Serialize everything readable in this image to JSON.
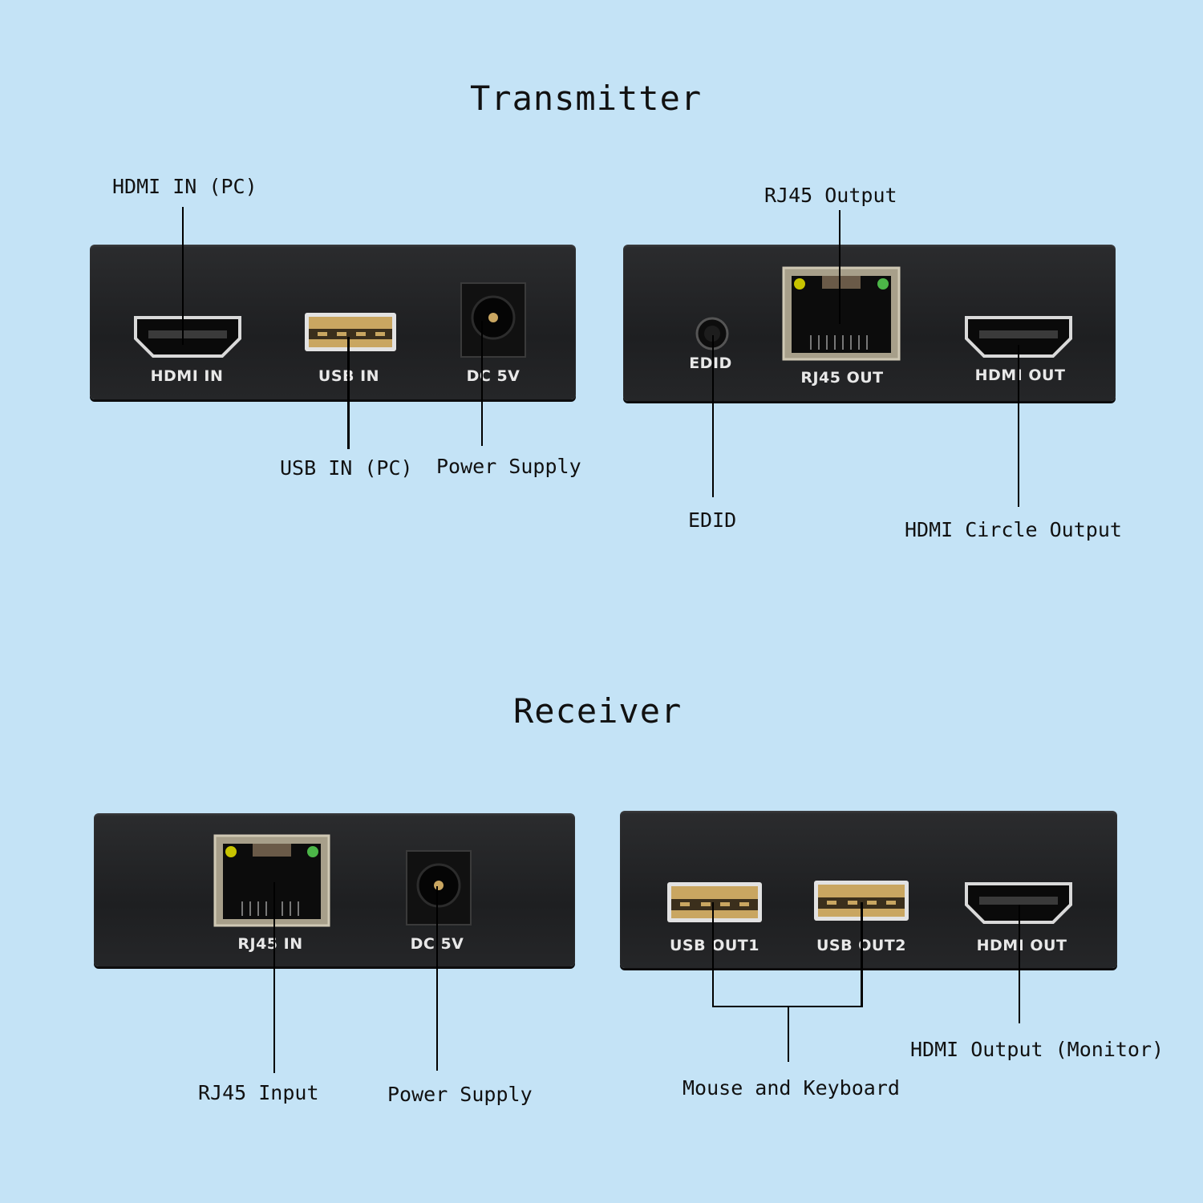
{
  "transmitter": {
    "title": "Transmitter",
    "front": {
      "ports": {
        "hdmi_in": "HDMI IN",
        "usb_in": "USB IN",
        "dc_5v": "DC 5V"
      },
      "callouts": {
        "hdmi_in": "HDMI IN (PC)",
        "usb_in": "USB IN (PC)",
        "power": "Power Supply"
      }
    },
    "back": {
      "ports": {
        "edid": "EDID",
        "rj45_out": "RJ45 OUT",
        "hdmi_out": "HDMI OUT"
      },
      "callouts": {
        "rj45": "RJ45 Output",
        "edid": "EDID",
        "hdmi": "HDMI Circle Output"
      }
    }
  },
  "receiver": {
    "title": "Receiver",
    "front": {
      "ports": {
        "rj45_in": "RJ45 IN",
        "dc_5v": "DC 5V"
      },
      "callouts": {
        "rj45": "RJ45 Input",
        "power": "Power Supply"
      }
    },
    "back": {
      "ports": {
        "usb_out1": "USB OUT1",
        "usb_out2": "USB OUT2",
        "hdmi_out": "HDMI OUT"
      },
      "callouts": {
        "usb": "Mouse and Keyboard",
        "hdmi": "HDMI Output (Monitor)"
      }
    }
  },
  "colors": {
    "background": "#c4e3f6",
    "panel": "#222325",
    "usb_gold": "#c9a661",
    "led_yellow": "#c8c400",
    "led_green": "#4cb648"
  }
}
